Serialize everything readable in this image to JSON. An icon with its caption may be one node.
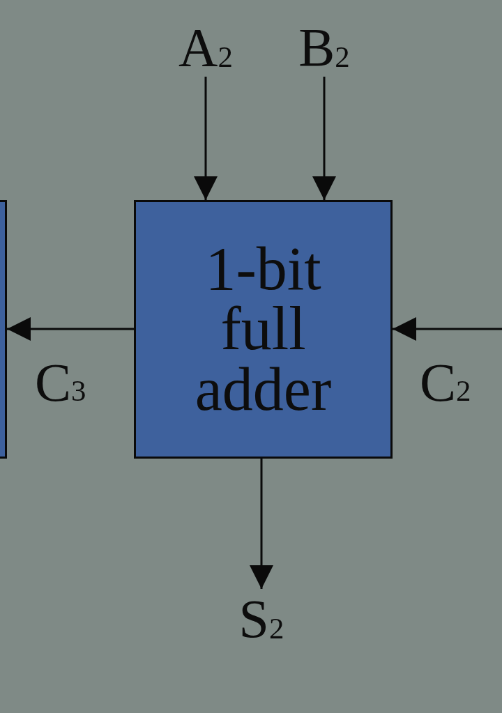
{
  "diagram": {
    "nodes": [
      {
        "text": [
          "A$_{2}$"
        ]
      },
      {
        "text": [
          "B$_{2}$"
        ]
      },
      {
        "text": [],
        "shape": "box"
      },
      {
        "text": [
          "1-bit full adder"
        ]
      },
      {
        "text": [
          "S$_{2}$"
        ]
      }
    ],
    "edges": [
      {
        "from": 0,
        "to": 3,
        "arrow": "to"
      },
      {
        "from": 1,
        "to": 3,
        "arrow": "to"
      },
      {
        "from": 3,
        "to": 2,
        "arrow": "to",
        "label": "C$_{3}$"
      },
      {
        "from": null,
        "to": 3,
        "arrow": "to",
        "label": "C$_{2}$"
      },
      {
        "from": 3,
        "to": 4,
        "arrow": "to"
      }
    ]
  }
}
